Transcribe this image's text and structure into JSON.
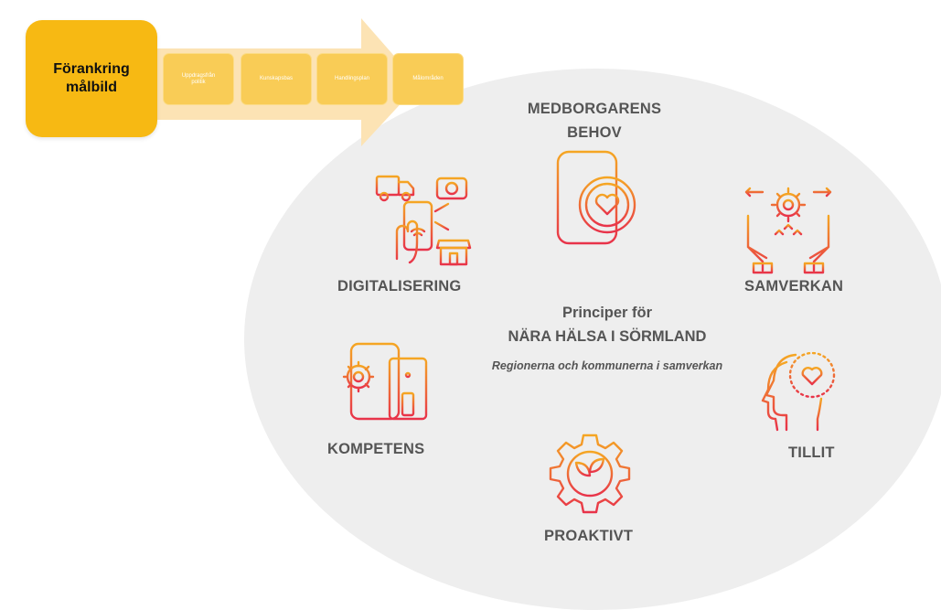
{
  "process": {
    "start_label": "Förankring\nmålbild",
    "steps": [
      {
        "label": "Uppdragsfrån\npolitik"
      },
      {
        "label": "Kunskapsbas"
      },
      {
        "label": "Handlingsplan"
      },
      {
        "label": "Målområden"
      }
    ]
  },
  "principles": {
    "title_line1": "Principer för",
    "title_line2": "NÄRA HÄLSA I SÖRMLAND",
    "subtitle": "Regionerna och kommunerna i samverkan",
    "items": {
      "medborgarens_line1": "MEDBORGARENS",
      "medborgarens_line2": "BEHOV",
      "digitalisering": "DIGITALISERING",
      "samverkan": "SAMVERKAN",
      "kompetens": "KOMPETENS",
      "tillit": "TILLIT",
      "proaktivt": "PROAKTIVT"
    }
  },
  "colors": {
    "start_box": "#f7b913",
    "arrow": "#fce3b4",
    "step_box": "#f9cc56",
    "ellipse": "#eeeeee",
    "label_text": "#555555",
    "icon_gradient_top": "#f5a623",
    "icon_gradient_bottom": "#e8334a"
  },
  "icons": [
    "truck-icon",
    "camera-icon",
    "phone-wifi-icon",
    "store-icon",
    "phone-heart-icon",
    "gear-hands-icon",
    "phone-gear-icon",
    "head-heart-icon",
    "gear-plant-icon"
  ]
}
